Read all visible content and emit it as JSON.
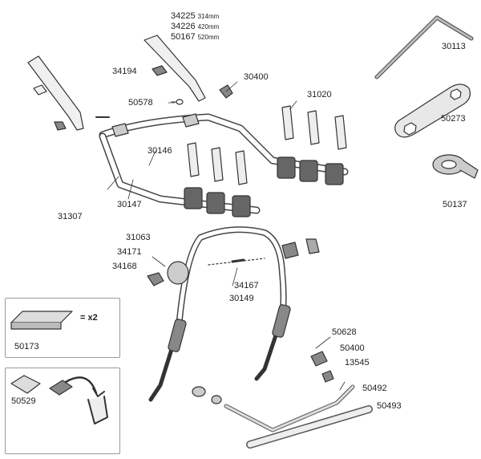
{
  "parts": {
    "p34225": "34225",
    "p34225_len": "314mm",
    "p34226": "34226",
    "p34226_len": "420mm",
    "p50167": "50167",
    "p50167_len": "520mm",
    "p30113": "30113",
    "p34194": "34194",
    "p30400a": "30400",
    "p50578": "50578",
    "p31020": "31020",
    "p50273": "50273",
    "p30146": "30146",
    "p50137": "50137",
    "p31307": "31307",
    "p30147": "30147",
    "p31063": "31063",
    "p34171": "34171",
    "p34168": "34168",
    "p34167": "34167",
    "p30149": "30149",
    "p50173": "50173",
    "p50628": "50628",
    "p30400b": "50400",
    "p13545": "13545",
    "p50529": "50529",
    "p50492": "50492",
    "p50493": "50493"
  },
  "quantity_note": "= x2"
}
